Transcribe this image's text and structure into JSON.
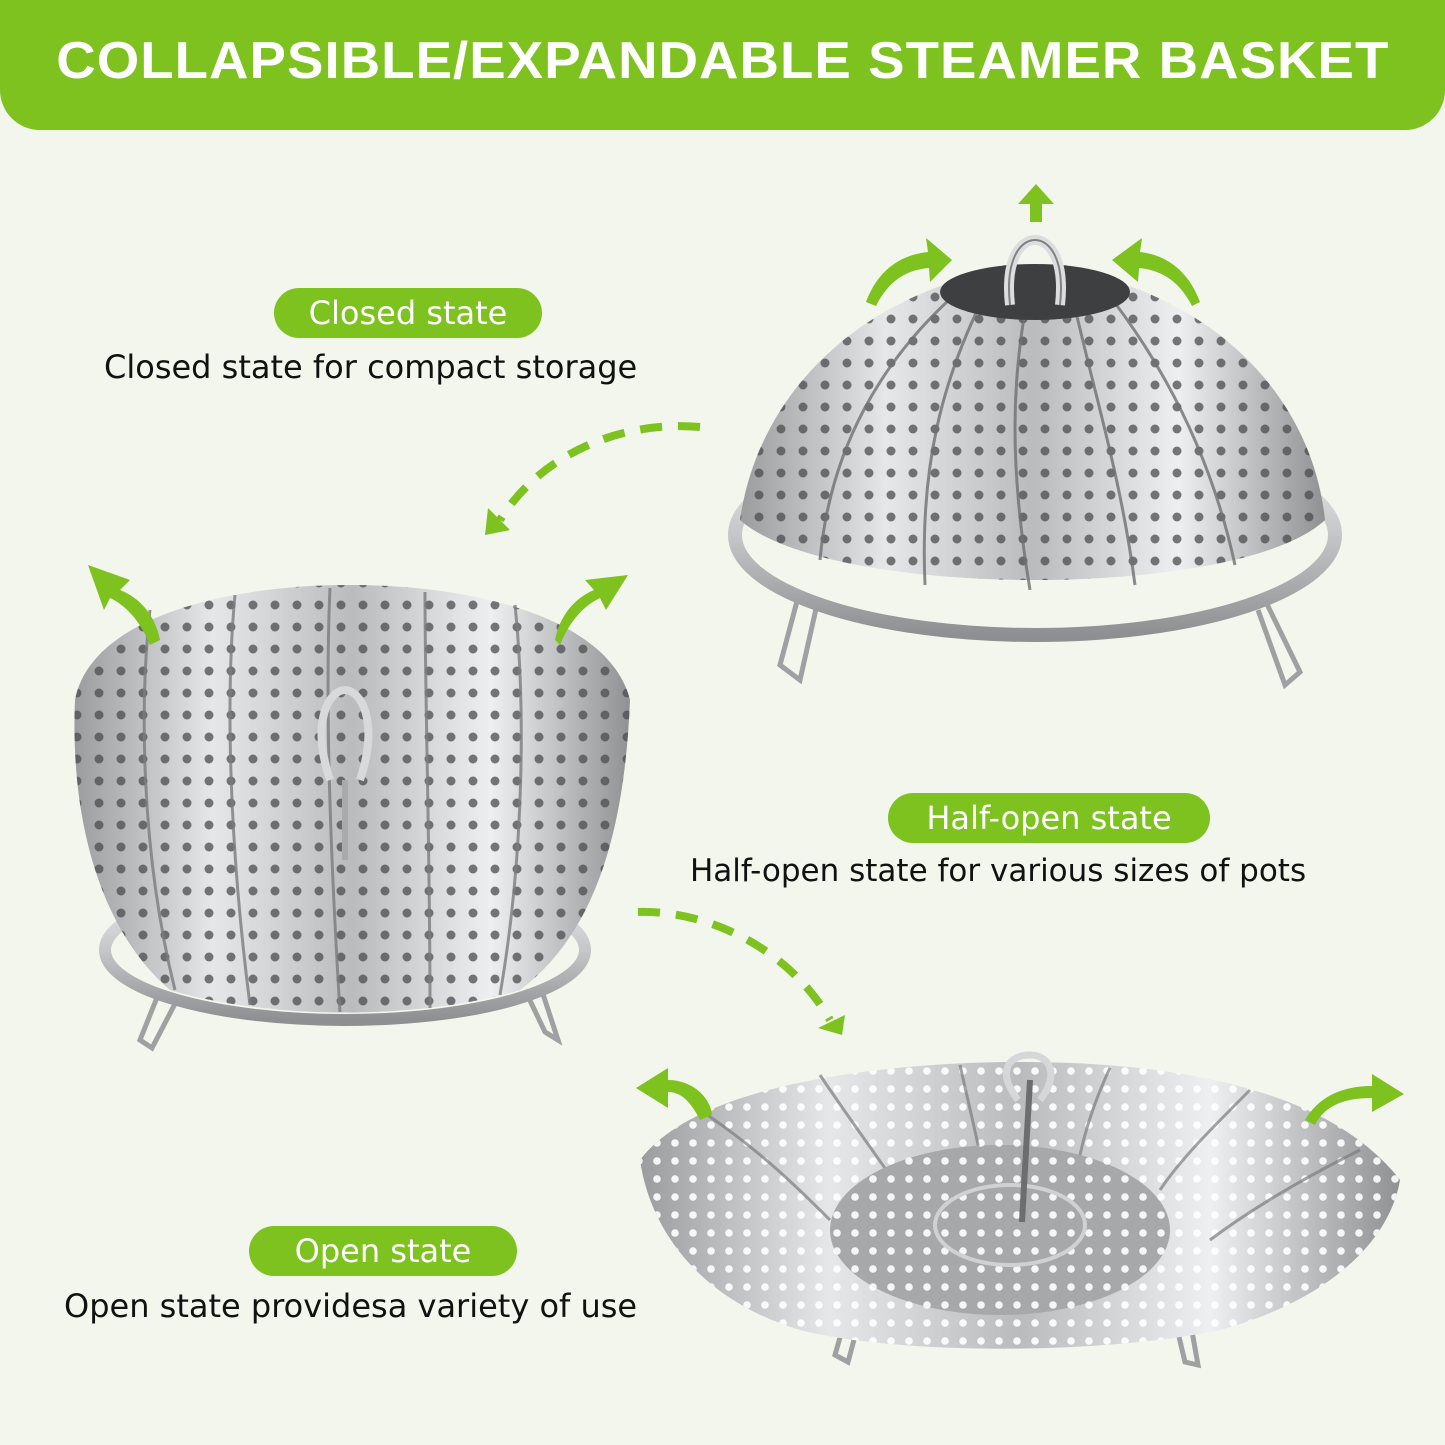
{
  "header": {
    "title": "COLLAPSIBLE/EXPANDABLE STEAMER BASKET"
  },
  "sections": [
    {
      "badge": "Closed state",
      "caption": "Closed state for compact storage"
    },
    {
      "badge": "Half-open state",
      "caption": "Half-open state for various sizes of pots"
    },
    {
      "badge": "Open state",
      "caption": "Open state providesa variety of use"
    }
  ],
  "colors": {
    "accent": "#7DC21E",
    "background": "#F3F6EC",
    "text": "#111111",
    "steel": "#C8CACC"
  },
  "icons": [
    "arrow-up-icon",
    "curved-arrow-icon",
    "dashed-curved-arrow-icon"
  ]
}
